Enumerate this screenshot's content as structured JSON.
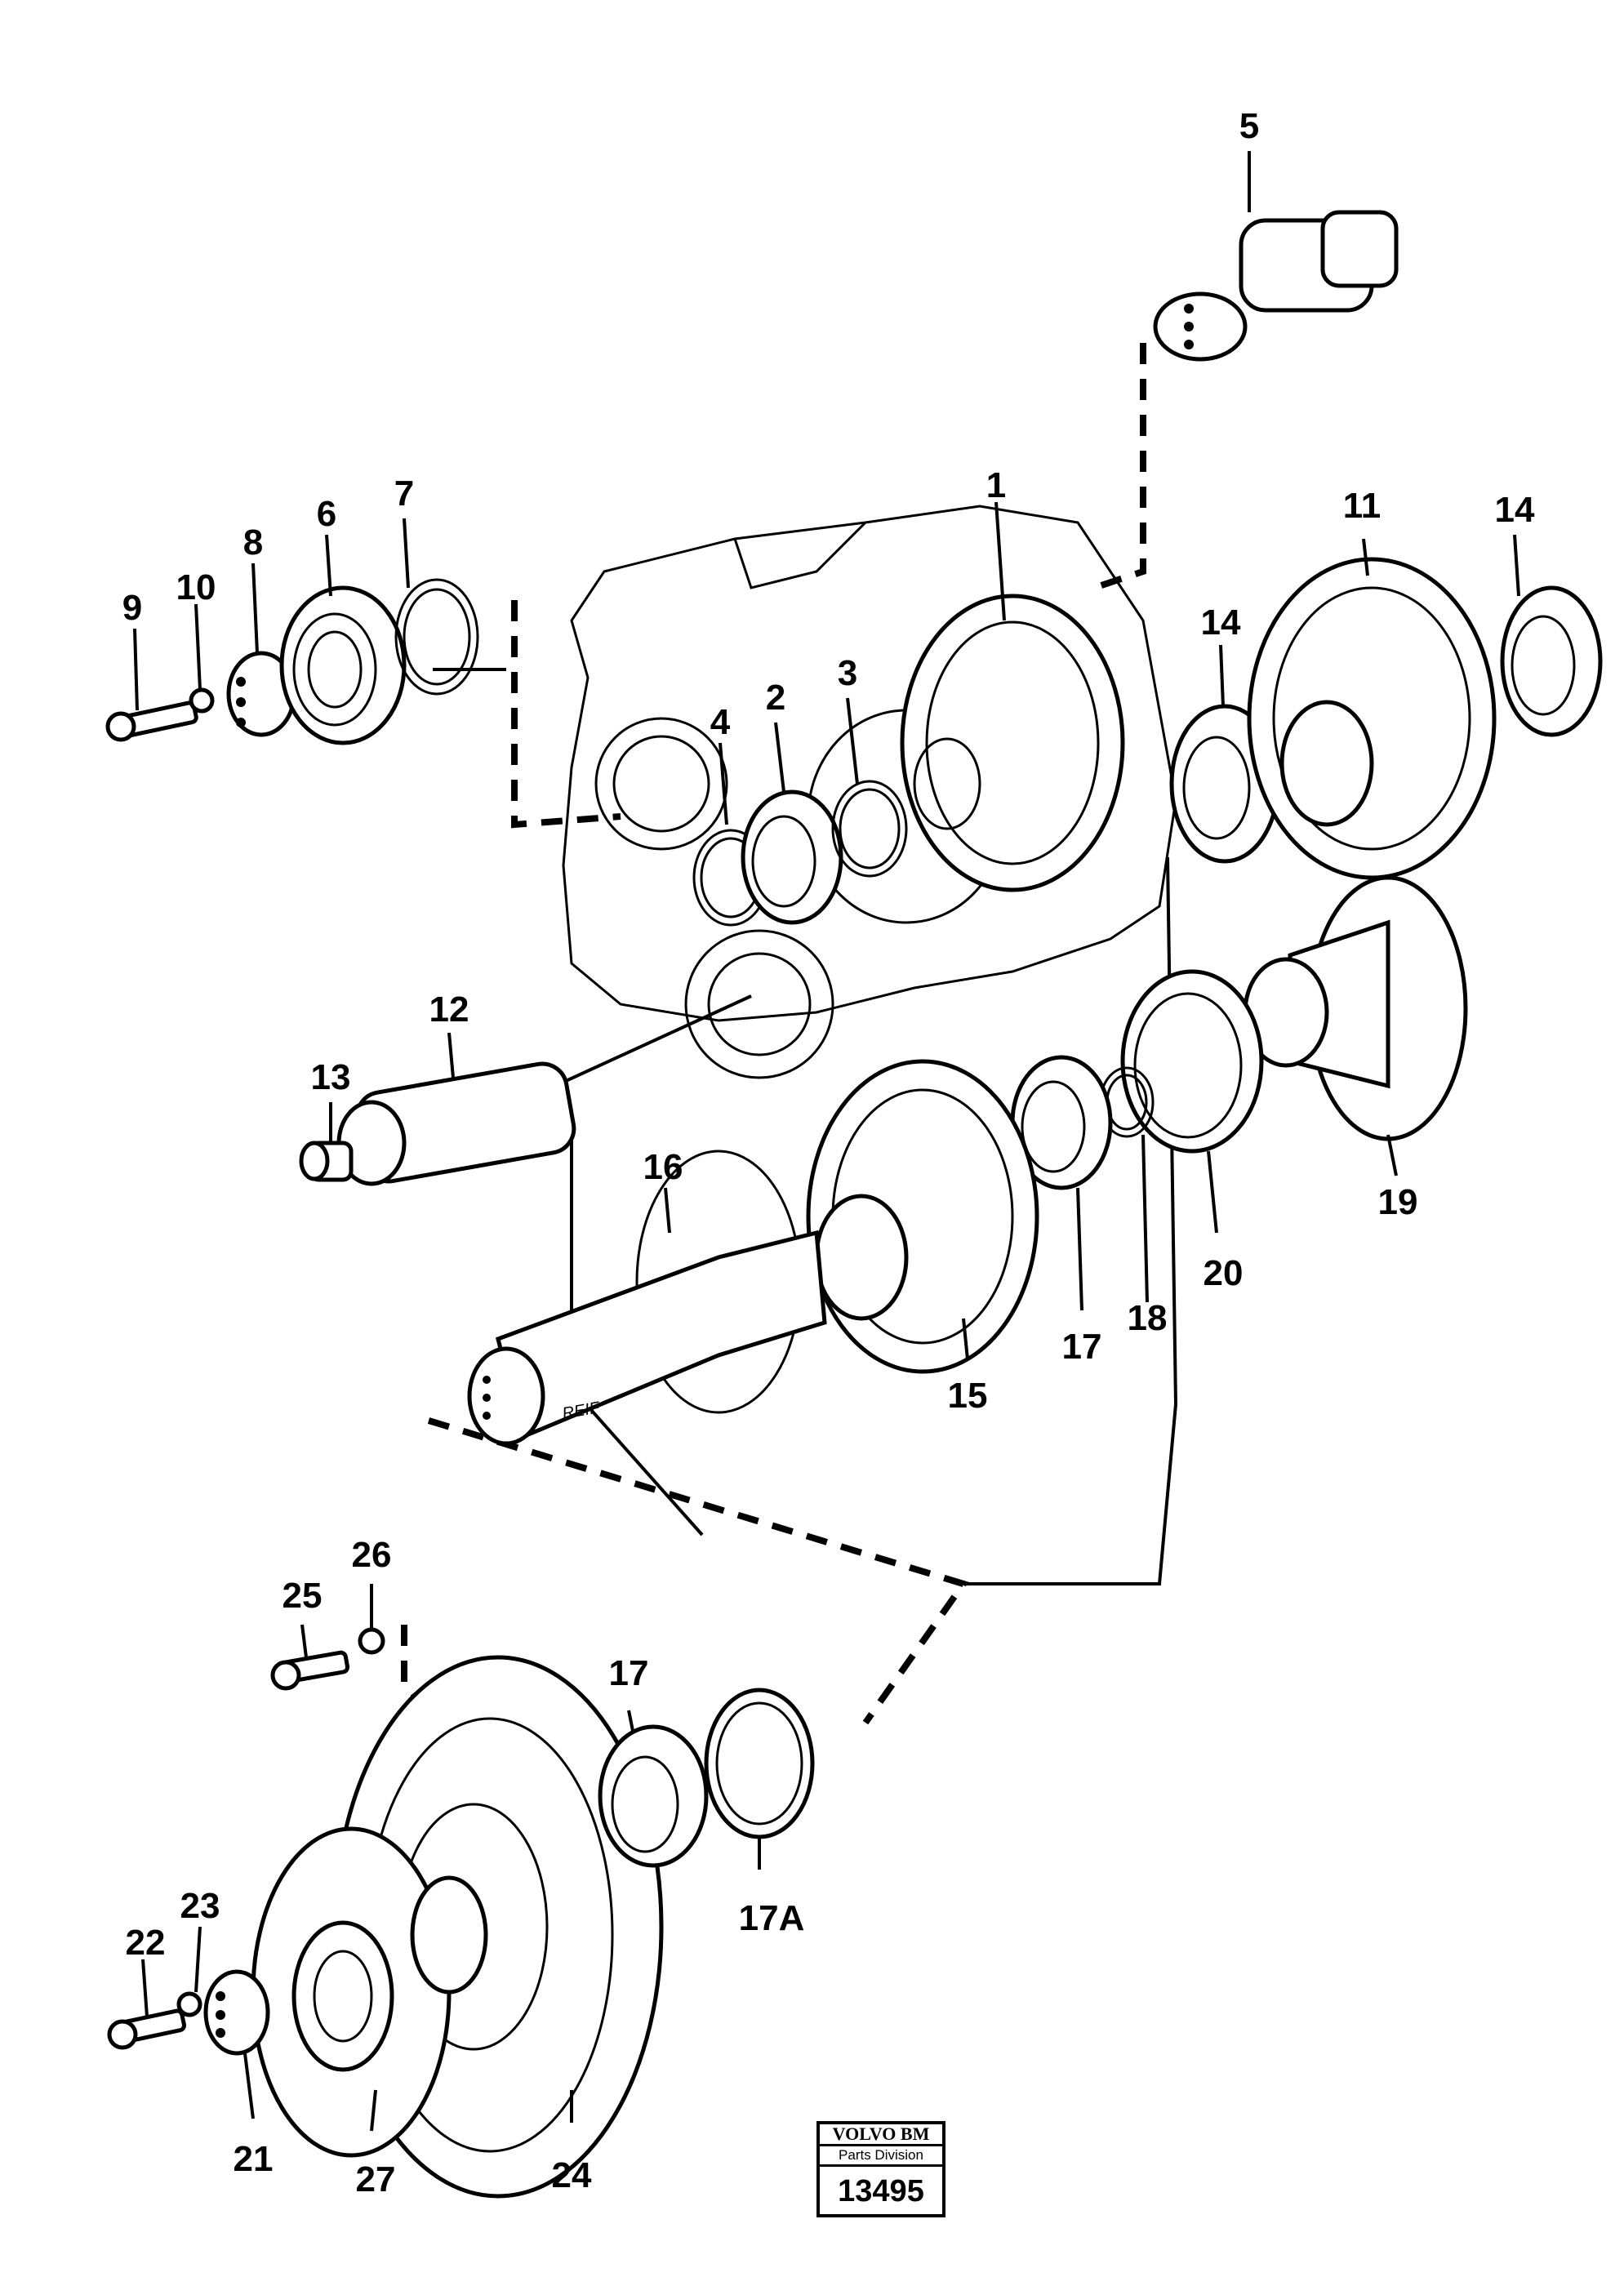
{
  "callouts": {
    "c1": "1",
    "c2": "2",
    "c3": "3",
    "c4": "4",
    "c5": "5",
    "c6": "6",
    "c7": "7",
    "c8": "8",
    "c9": "9",
    "c10": "10",
    "c11": "11",
    "c12": "12",
    "c13": "13",
    "c14a": "14",
    "c14b": "14",
    "c15": "15",
    "c16": "16",
    "c17a": "17",
    "c17b": "17",
    "c17A": "17A",
    "c18": "18",
    "c19": "19",
    "c20": "20",
    "c21": "21",
    "c22": "22",
    "c23": "23",
    "c24": "24",
    "c25": "25",
    "c26": "26",
    "c27": "27"
  },
  "shaft_marking": "REIF",
  "stamp": {
    "brand": "VOLVO BM",
    "division": "Parts Division",
    "number": "13495"
  }
}
